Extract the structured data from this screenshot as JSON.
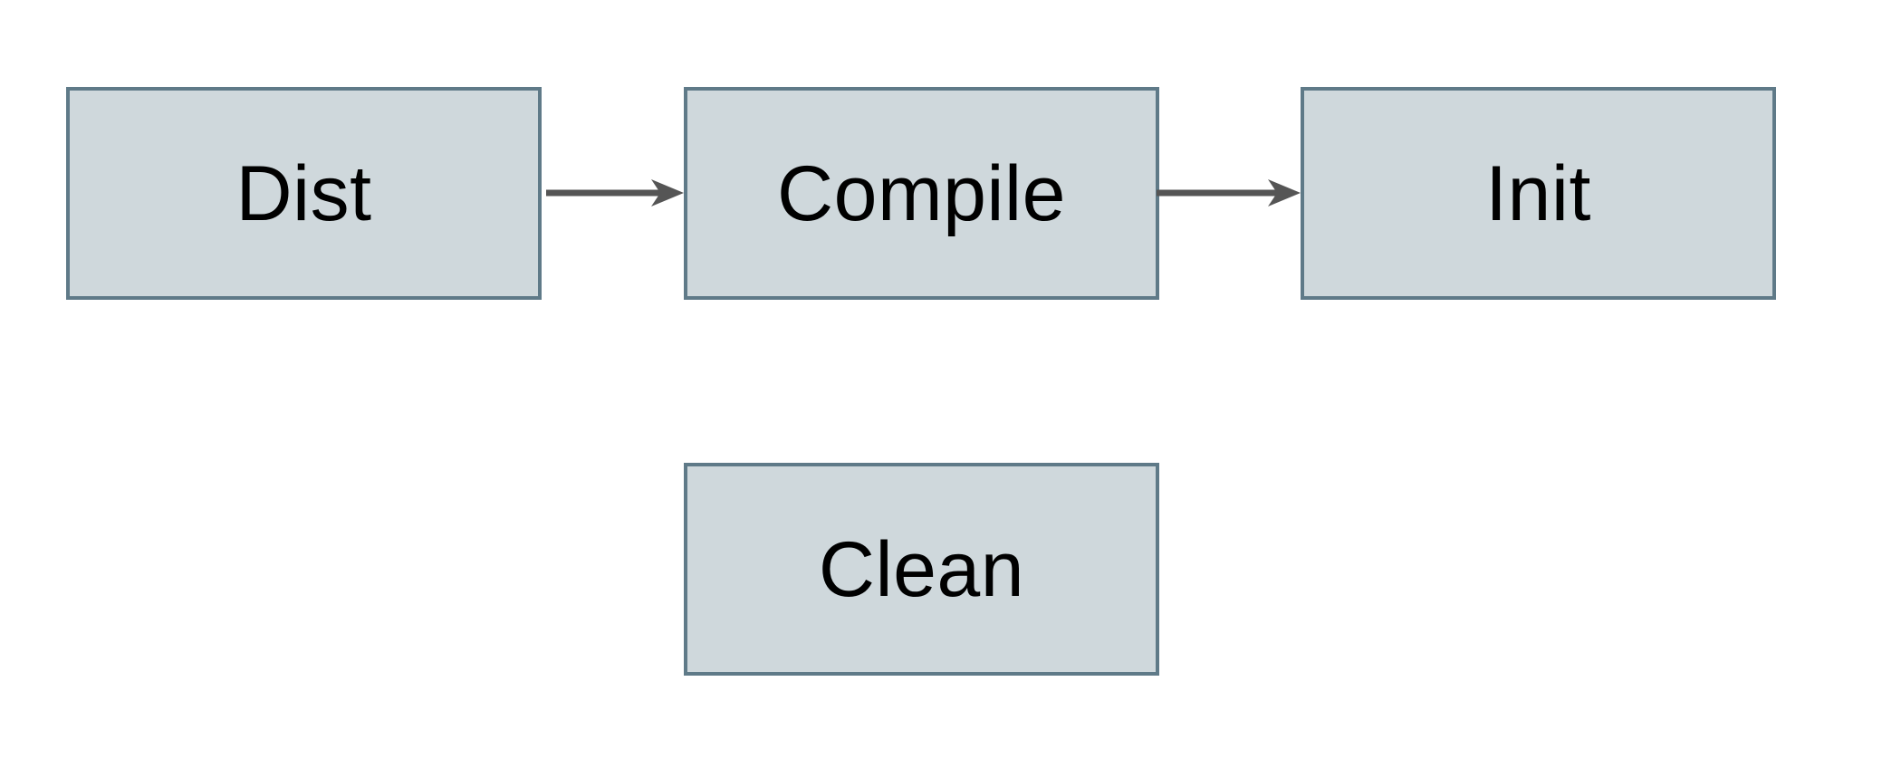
{
  "diagram": {
    "type": "flowchart",
    "background": "#ffffff",
    "nodes": [
      {
        "id": "dist",
        "label": "Dist"
      },
      {
        "id": "compile",
        "label": "Compile"
      },
      {
        "id": "init",
        "label": "Init"
      },
      {
        "id": "clean",
        "label": "Clean"
      }
    ],
    "edges": [
      {
        "from": "dist",
        "to": "compile",
        "style": "solid-arrow"
      },
      {
        "from": "compile",
        "to": "init",
        "style": "solid-arrow"
      }
    ]
  },
  "colors": {
    "bg": "#ffffff",
    "node-fill": "#cfd8dc",
    "node-border": "#5f7a88",
    "arrow": "#555555",
    "text": "#000000"
  }
}
